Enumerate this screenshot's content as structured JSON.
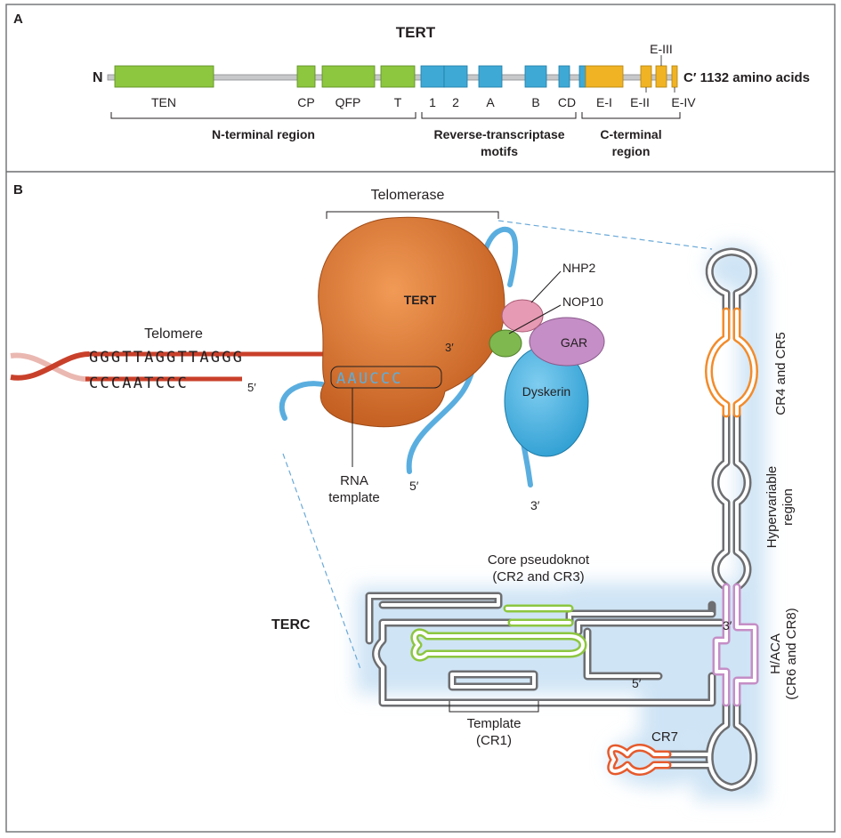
{
  "panel_a": {
    "letter": "A",
    "title": "TERT",
    "n_label": "N",
    "c_label": "C′ 1132 amino acids",
    "domains": [
      {
        "label": "TEN",
        "color": "green"
      },
      {
        "label": "CP",
        "color": "green"
      },
      {
        "label": "QFP",
        "color": "green"
      },
      {
        "label": "T",
        "color": "green"
      },
      {
        "label": "1",
        "color": "blue"
      },
      {
        "label": "2",
        "color": "blue"
      },
      {
        "label": "A",
        "color": "blue"
      },
      {
        "label": "B",
        "color": "blue"
      },
      {
        "label": "CD",
        "color": "blue"
      },
      {
        "label": "E-I",
        "color": "yellow"
      },
      {
        "label": "E-II",
        "color": "yellow"
      },
      {
        "label": "E-III",
        "color": "yellow"
      },
      {
        "label": "E-IV",
        "color": "yellow"
      }
    ],
    "regions": [
      {
        "lines": [
          "N-terminal region"
        ]
      },
      {
        "lines": [
          "Reverse-transcriptase",
          "motifs"
        ]
      },
      {
        "lines": [
          "C-terminal",
          "region"
        ]
      }
    ]
  },
  "panel_b": {
    "letter": "B",
    "telomerase": "Telomerase",
    "tert": "TERT",
    "telomere": "Telomere",
    "top_strand": "GGGTTAGGTTAGGG",
    "top_strand_bold": "TTAGGG",
    "bottom_strand": "CCCAATCCC",
    "rna_template_seq": "AAUCCC",
    "three_prime": "3′",
    "five_prime": "5′",
    "rna_template": [
      "RNA",
      "template"
    ],
    "nhp2": "NHP2",
    "nop10": "NOP10",
    "gar": "GAR",
    "dyskerin": "Dyskerin",
    "terc": "TERC",
    "core_pseudoknot": [
      "Core pseudoknot",
      "(CR2 and CR3)"
    ],
    "template_cr1": [
      "Template",
      "(CR1)"
    ],
    "cr4_cr5": "CR4 and CR5",
    "hypervariable": [
      "Hypervariable",
      "region"
    ],
    "h_aca": [
      "H/ACA",
      "(CR6 and CR8)"
    ],
    "cr7": "CR7"
  },
  "colors": {
    "green": "#8dc63f",
    "blue": "#3fa9d6",
    "yellow": "#f0b323",
    "tert_orange": "#d9722e",
    "rna_blue": "#5aaedf",
    "halo": "#cfe4f5",
    "orange_loop": "#f38b2a",
    "red_loop": "#e65a2c",
    "purple": "#c58ec6",
    "telomere_red": "#c9402a"
  }
}
